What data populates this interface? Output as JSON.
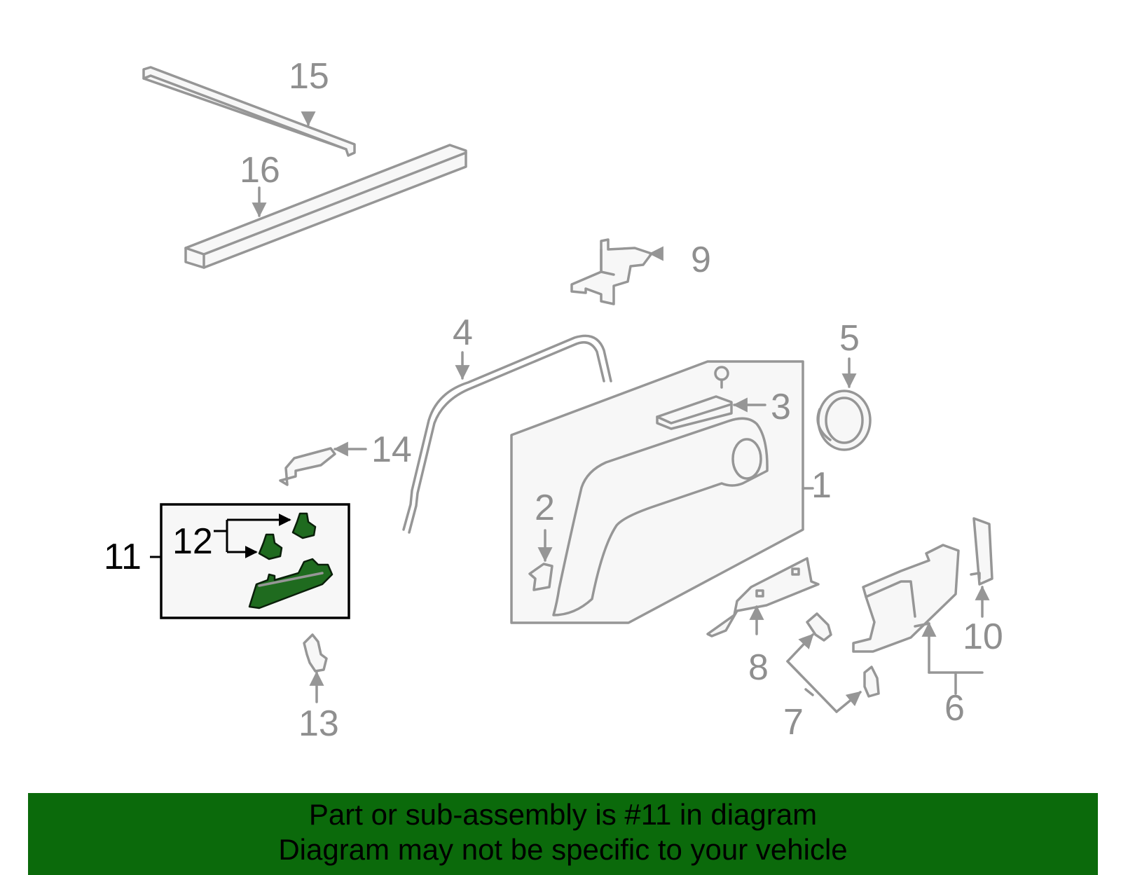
{
  "colors": {
    "part_stroke": "#969696",
    "part_fill": "#f7f7f7",
    "highlight_fill": "#1f6b1f",
    "banner_bg": "#0b6a0b"
  },
  "callouts": {
    "c1": "1",
    "c2": "2",
    "c3": "3",
    "c4": "4",
    "c5": "5",
    "c6": "6",
    "c7": "7",
    "c8": "8",
    "c9": "9",
    "c10": "10",
    "c11": "11",
    "c12": "12",
    "c13": "13",
    "c14": "14",
    "c15": "15",
    "c16": "16"
  },
  "highlighted_callout": "11",
  "banner": {
    "line1": "Part or sub-assembly is #11 in diagram",
    "line2": "Diagram may not be specific to your vehicle"
  }
}
